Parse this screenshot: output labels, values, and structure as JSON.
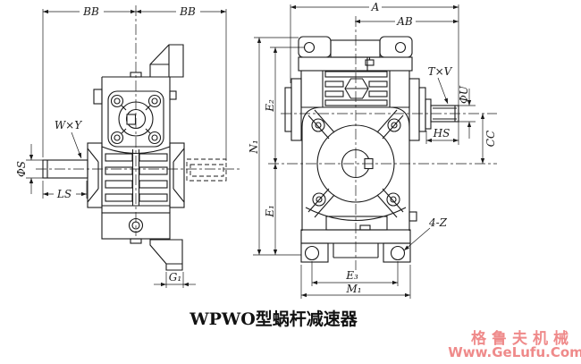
{
  "colors": {
    "ink": "#1a1a1a",
    "watermark": "#ef8a8a",
    "background": "#ffffff"
  },
  "caption": "WPWO型蜗杆减速器",
  "watermark": {
    "brand": "格鲁夫机械",
    "url": "Www.GeLufu.Com"
  },
  "labels": {
    "bb": "BB",
    "a": "A",
    "ab": "AB",
    "wxy": "W×Y",
    "phis": "ΦS",
    "ls": "LS",
    "g1": "G₁",
    "txv": "T×V",
    "phiu": "ΦU",
    "hs": "HS",
    "cc": "CC",
    "n1": "N₁",
    "e2": "E₂",
    "e1": "E₁",
    "e3": "E₃",
    "m1": "M₁",
    "bolt_holes": "4-Z"
  }
}
